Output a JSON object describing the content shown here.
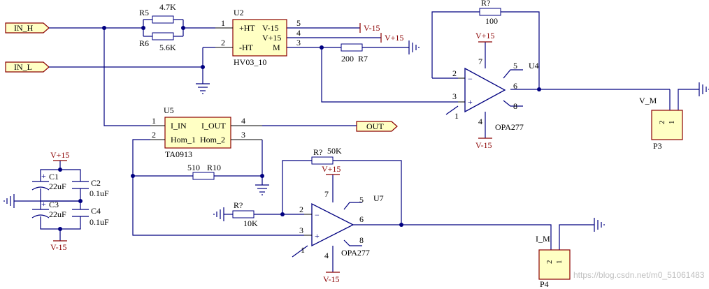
{
  "ports": {
    "in_h": "IN_H",
    "in_l": "IN_L",
    "out": "OUT"
  },
  "u2": {
    "designator": "U2",
    "part": "HV03_10",
    "pins": {
      "p1": "+HT",
      "p2": "-HT",
      "p5": "V-15",
      "p4": "V+15",
      "p3": "M"
    },
    "pin_numbers": [
      "1",
      "2",
      "5",
      "4",
      "3"
    ]
  },
  "r5": {
    "designator": "R5",
    "value": "4.7K"
  },
  "r6": {
    "designator": "R6",
    "value": "5.6K"
  },
  "r7": {
    "designator": "R7",
    "value": "200"
  },
  "u2_rails": {
    "v_neg": "V-15",
    "v_pos": "V+15"
  },
  "u4": {
    "designator": "U4",
    "part": "OPA277",
    "pin_numbers": {
      "p2": "2",
      "p3": "3",
      "p1": "1",
      "p4": "4",
      "p5": "5",
      "p6": "6",
      "p7": "7",
      "p8": "8"
    },
    "v_pos": "V+15",
    "v_neg": "V-15"
  },
  "rfb_u4": {
    "designator": "R?",
    "value": "100"
  },
  "p3": {
    "designator": "P3",
    "net": "V_M",
    "pins": [
      "2",
      "1"
    ]
  },
  "u5": {
    "designator": "U5",
    "part": "TA0913",
    "pins": {
      "p1": "I_IN",
      "p4": "I_OUT",
      "p2": "Hom_1",
      "p3": "Hom_2"
    },
    "pin_numbers": [
      "1",
      "4",
      "2",
      "3"
    ]
  },
  "r10": {
    "designator": "R10",
    "value": "510"
  },
  "u7": {
    "designator": "U7",
    "part": "OPA277",
    "pin_numbers": {
      "p2": "2",
      "p3": "3",
      "p1": "1",
      "p4": "4",
      "p5": "5",
      "p6": "6",
      "p7": "7",
      "p8": "8"
    },
    "v_pos": "V+15",
    "v_neg": "V-15"
  },
  "rin_u7": {
    "designator": "R?",
    "value": "10K"
  },
  "rfb_u7": {
    "designator": "R?",
    "value": "50K"
  },
  "p4": {
    "designator": "P4",
    "net": "I_M",
    "pins": [
      "2",
      "1"
    ]
  },
  "caps": {
    "v_pos": "V+15",
    "v_neg": "V-15",
    "c1": {
      "designator": "C1",
      "value": "22uF"
    },
    "c2": {
      "designator": "C2",
      "value": "0.1uF"
    },
    "c3": {
      "designator": "C3",
      "value": "22uF"
    },
    "c4": {
      "designator": "C4",
      "value": "0.1uF"
    },
    "polarity": "+"
  },
  "opamp_signs": {
    "minus": "−",
    "plus": "+"
  },
  "watermark": "https://blog.csdn.net/m0_51061483"
}
